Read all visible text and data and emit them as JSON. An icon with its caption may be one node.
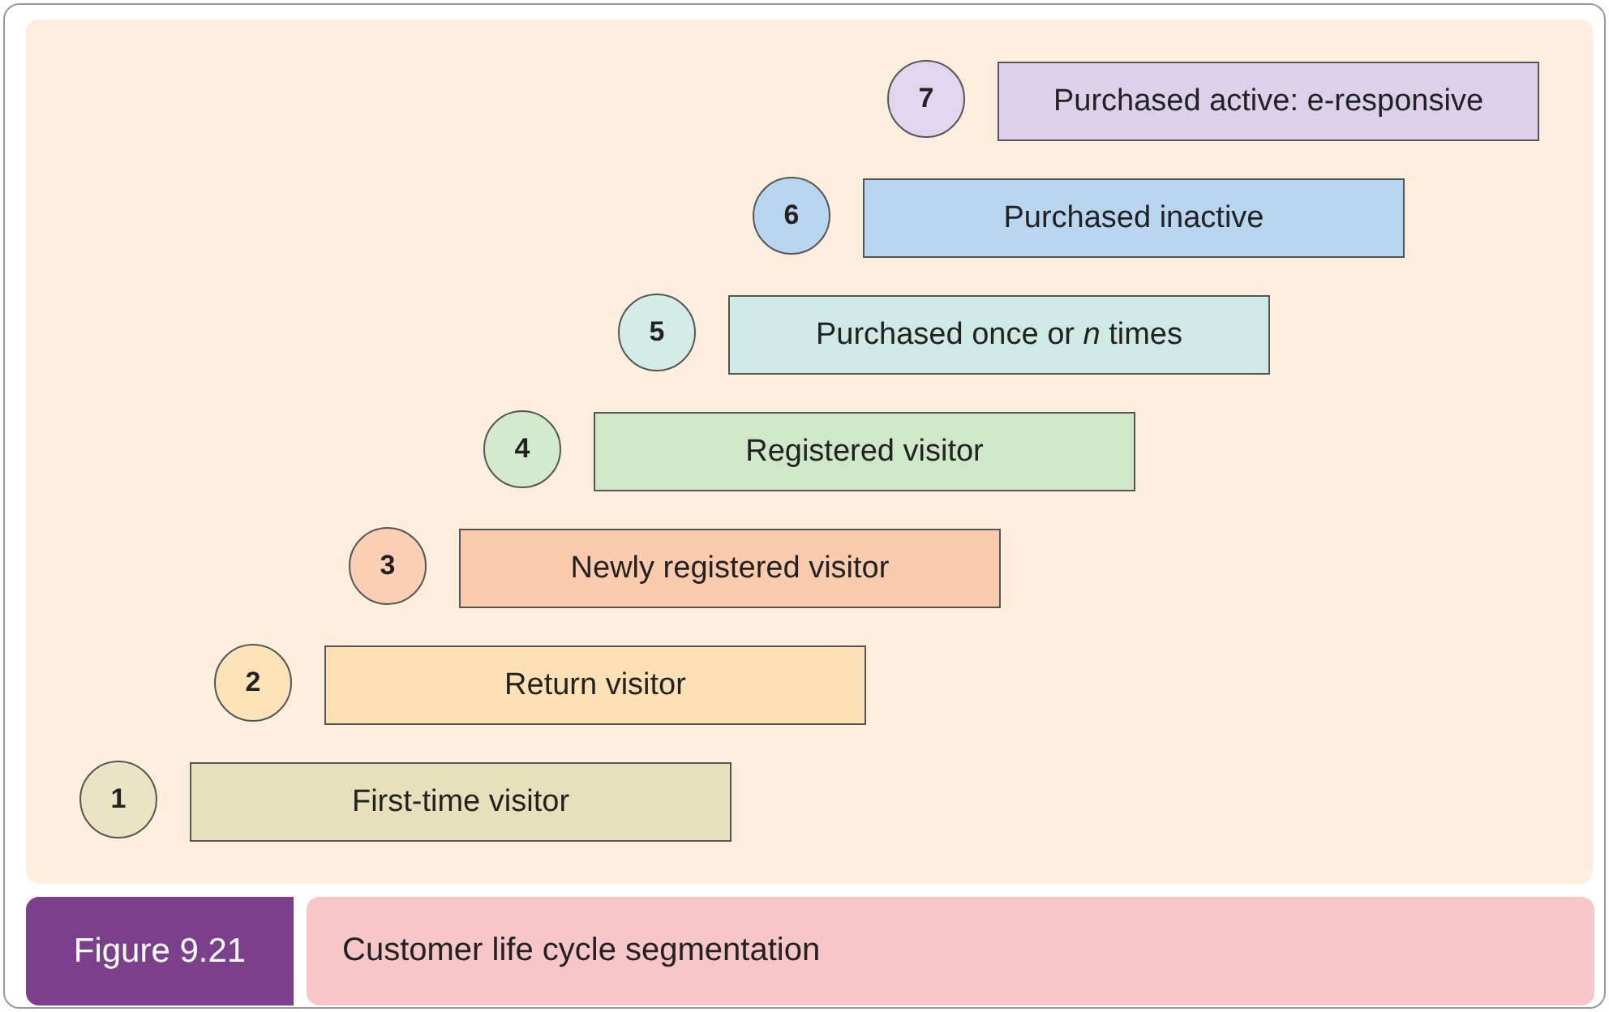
{
  "diagram": {
    "caption": "Customer life cycle segmentation",
    "nodes": [
      {
        "text": [
          "7"
        ]
      },
      {
        "text": [
          "Purchased active: e-responsive"
        ]
      },
      {
        "text": [
          "6"
        ]
      },
      {
        "text": [
          "Purchased inactive"
        ]
      },
      {
        "text": [
          "5"
        ]
      },
      {
        "text": [
          "Purchased once or *n* times"
        ]
      },
      {
        "text": [
          "4"
        ]
      },
      {
        "text": [
          "Registered visitor"
        ]
      },
      {
        "text": [
          "3"
        ]
      },
      {
        "text": [
          "Newly registered visitor"
        ]
      },
      {
        "text": [
          "2"
        ]
      },
      {
        "text": [
          "Return visitor"
        ]
      },
      {
        "text": [
          "1"
        ]
      },
      {
        "text": [
          "First-time visitor"
        ]
      }
    ],
    "edges": [],
    "labels": [
      "Figure 9.21"
    ]
  }
}
